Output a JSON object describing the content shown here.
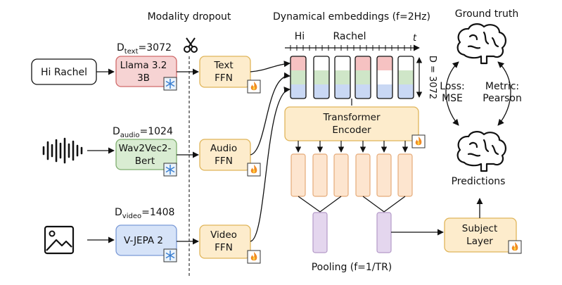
{
  "headers": {
    "modality_dropout": "Modality dropout",
    "dynamical_embeddings": "Dynamical embeddings (f=2Hz)",
    "ground_truth": "Ground truth"
  },
  "inputs": {
    "text_input": "Hi Rachel"
  },
  "dims": {
    "text": {
      "main": "D",
      "sub": "text",
      "value": "=3072"
    },
    "audio": {
      "main": "D",
      "sub": "audio",
      "value": "=1024"
    },
    "video": {
      "main": "D",
      "sub": "video",
      "value": "=1408"
    },
    "embedding_dim": "D = 3072"
  },
  "encoders": {
    "text": [
      "Llama 3.2",
      "3B"
    ],
    "audio": [
      "Wav2Vec2-",
      "Bert"
    ],
    "video": [
      "V-JEPA 2"
    ]
  },
  "ffn": {
    "text": [
      "Text",
      "FFN"
    ],
    "audio": [
      "Audio",
      "FFN"
    ],
    "video": [
      "Video",
      "FFN"
    ]
  },
  "timeline": {
    "word_hi": "Hi",
    "word_rachel": "Rachel",
    "t": "t"
  },
  "transformer": [
    "Transformer",
    "Encoder"
  ],
  "pooling_label": "Pooling (f=1/TR)",
  "subject_layer": [
    "Subject",
    "Layer"
  ],
  "predictions_label": "Predictions",
  "loss": [
    "Loss:",
    "MSE"
  ],
  "metric": [
    "Metric:",
    "Pearson"
  ],
  "icons": {
    "frozen": "snowflake-icon",
    "trainable": "fire-icon",
    "dropout": "scissors-icon",
    "audio": "waveform-icon",
    "video": "image-icon",
    "ground_truth": "brain-icon"
  },
  "colors": {
    "text_encoder_fill": "#f6d3d3",
    "text_encoder_stroke": "#d06a6a",
    "audio_encoder_fill": "#d9ecd2",
    "audio_encoder_stroke": "#7fae6f",
    "video_encoder_fill": "#d6e3f8",
    "video_encoder_stroke": "#7b9ad6",
    "ffn_fill": "#fdeccc",
    "ffn_stroke": "#e0b55a",
    "token_text": "#f6c2c2",
    "token_audio": "#cfe6c8",
    "token_video": "#c9d8f4",
    "pooling_fill": "#e4d6ee",
    "pooling_stroke": "#b49ac8"
  }
}
